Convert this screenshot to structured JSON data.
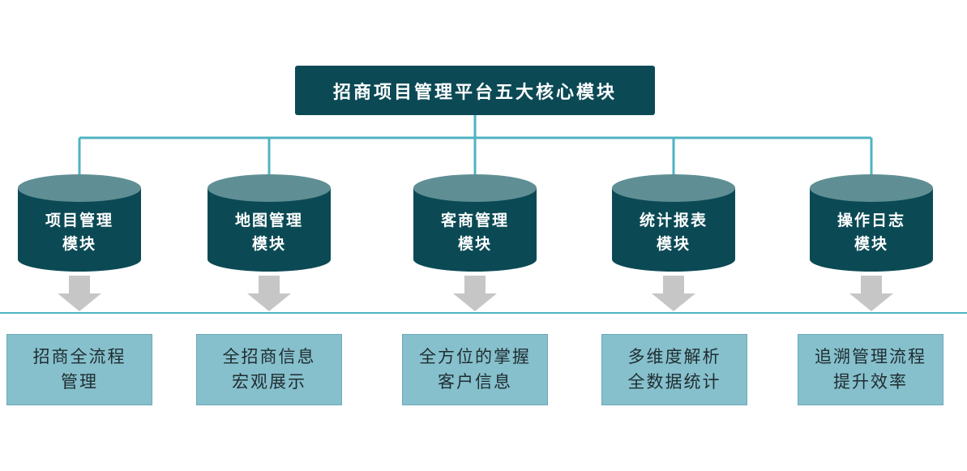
{
  "root": {
    "title": "招商项目管理平台五大核心模块"
  },
  "modules": [
    {
      "line1": "项目管理",
      "line2": "模块",
      "desc1": "招商全流程",
      "desc2": "管理"
    },
    {
      "line1": "地图管理",
      "line2": "模块",
      "desc1": "全招商信息",
      "desc2": "宏观展示"
    },
    {
      "line1": "客商管理",
      "line2": "模块",
      "desc1": "全方位的掌握",
      "desc2": "客户信息"
    },
    {
      "line1": "统计报表",
      "line2": "模块",
      "desc1": "多维度解析",
      "desc2": "全数据统计"
    },
    {
      "line1": "操作日志",
      "line2": "模块",
      "desc1": "追溯管理流程",
      "desc2": "提升效率"
    }
  ],
  "colors": {
    "root_fill": "#0b4a55",
    "cylinder_body": "#0b4a55",
    "cylinder_top": "#5f8f94",
    "connector": "#4fb3c2",
    "arrow": "#c6c6c6",
    "desc_fill": "#86c0cc",
    "divider": "#4fb3c2"
  }
}
